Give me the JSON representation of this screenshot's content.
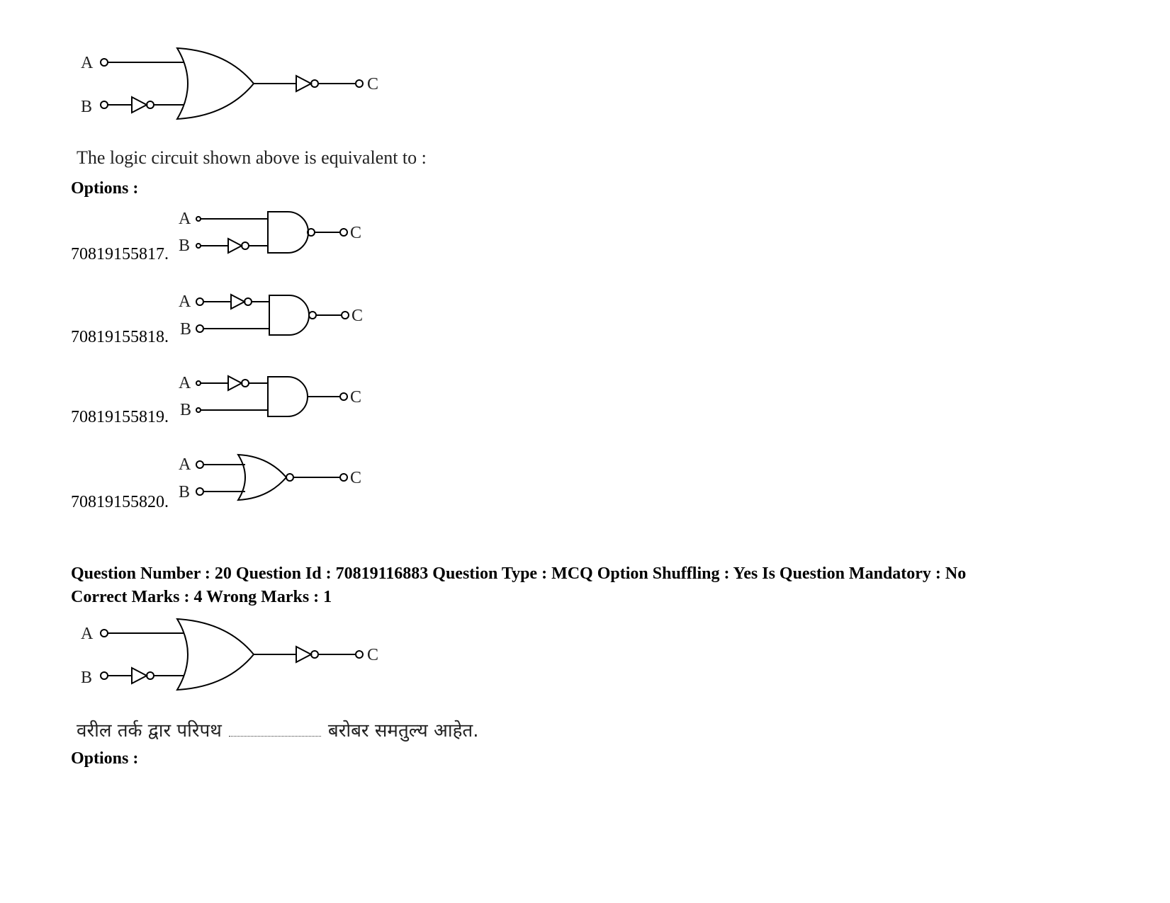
{
  "q19": {
    "circuit": {
      "label_a": "A",
      "label_b": "B",
      "label_c": "C"
    },
    "question_text": "The logic circuit shown above is equivalent to :",
    "options_label": "Options :",
    "options": [
      {
        "id": "70819155817.",
        "label_a": "A",
        "label_b": "B",
        "label_c": "C"
      },
      {
        "id": "70819155818.",
        "label_a": "A",
        "label_b": "B",
        "label_c": "C"
      },
      {
        "id": "70819155819.",
        "label_a": "A",
        "label_b": "B",
        "label_c": "C"
      },
      {
        "id": "70819155820.",
        "label_a": "A",
        "label_b": "B",
        "label_c": "C"
      }
    ]
  },
  "q20": {
    "meta_line1": "Question Number : 20 Question Id : 70819116883 Question Type : MCQ Option Shuffling : Yes Is Question Mandatory : No",
    "meta_line2": "Correct Marks : 4 Wrong Marks : 1",
    "circuit": {
      "label_a": "A",
      "label_b": "B",
      "label_c": "C"
    },
    "question_text_before": "वरील तर्क द्वार परिपथ",
    "question_text_after": "बरोबर समतुल्य आहेत.",
    "options_label": "Options :"
  }
}
